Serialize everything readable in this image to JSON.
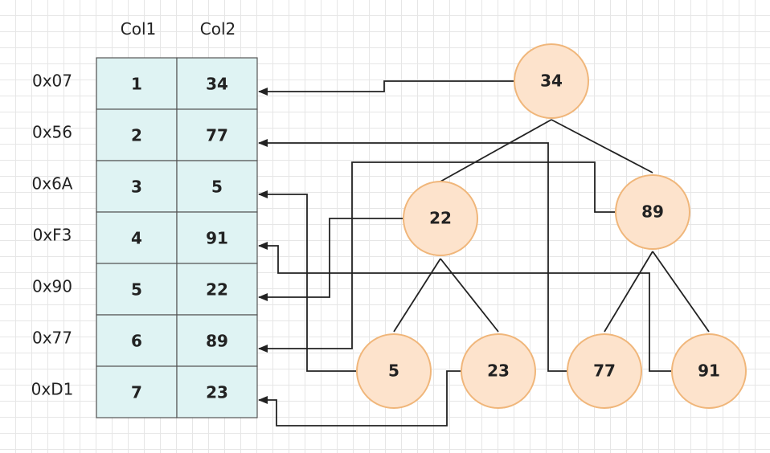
{
  "table": {
    "headers": [
      "Col1",
      "Col2"
    ],
    "rows": [
      {
        "address": "0x07",
        "col1": "1",
        "col2": "34"
      },
      {
        "address": "0x56",
        "col1": "2",
        "col2": "77"
      },
      {
        "address": "0x6A",
        "col1": "3",
        "col2": "5"
      },
      {
        "address": "0xF3",
        "col1": "4",
        "col2": "91"
      },
      {
        "address": "0x90",
        "col1": "5",
        "col2": "22"
      },
      {
        "address": "0x77",
        "col1": "6",
        "col2": "89"
      },
      {
        "address": "0xD1",
        "col1": "7",
        "col2": "23"
      }
    ]
  },
  "tree": {
    "nodes": [
      {
        "id": "n34",
        "label": "34",
        "row": 0
      },
      {
        "id": "n22",
        "label": "22",
        "row": 4
      },
      {
        "id": "n89",
        "label": "89",
        "row": 5
      },
      {
        "id": "n5",
        "label": "5",
        "row": 2
      },
      {
        "id": "n23",
        "label": "23",
        "row": 6
      },
      {
        "id": "n77",
        "label": "77",
        "row": 1
      },
      {
        "id": "n91",
        "label": "91",
        "row": 3
      }
    ],
    "edges": [
      [
        "n34",
        "n22"
      ],
      [
        "n34",
        "n89"
      ],
      [
        "n22",
        "n5"
      ],
      [
        "n22",
        "n23"
      ],
      [
        "n89",
        "n77"
      ],
      [
        "n89",
        "n91"
      ]
    ]
  },
  "colors": {
    "cell_fill": "#dff3f3",
    "node_fill": "#fde3cc",
    "node_stroke": "#f0b67a",
    "line": "#222222"
  }
}
